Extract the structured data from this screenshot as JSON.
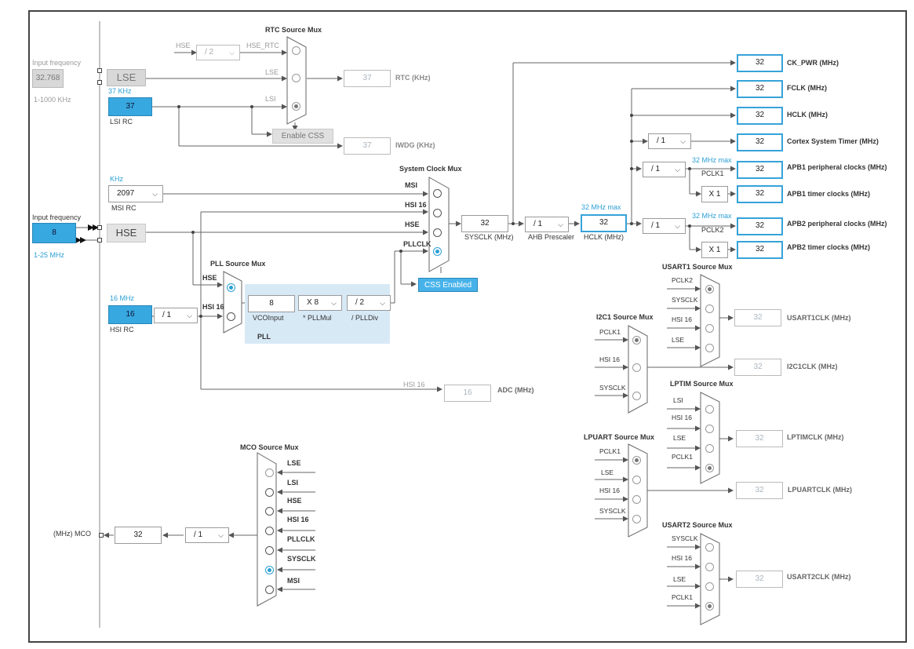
{
  "colors": {
    "accent": "#36a3d9",
    "fill": "#37a8e0",
    "line": "#555555",
    "disabled": "#aab4be"
  },
  "left": {
    "lse_freq_label": "Input frequency",
    "lse_freq_value": "32.768",
    "lse_range": "1-1000 KHz",
    "lse_box": "LSE",
    "lsi_freq": "37 KHz",
    "lsi_value": "37",
    "lsi_label": "LSI RC",
    "msi_unit": "KHz",
    "msi_value": "2097",
    "msi_label": "MSI RC",
    "hse_freq_label": "Input frequency",
    "hse_value": "8",
    "hse_range": "1-25 MHz",
    "hse_box": "HSE",
    "hsi_freq": "16 MHz",
    "hsi_value": "16",
    "hsi_label": "HSI RC",
    "hsi_div": "/ 1"
  },
  "rtc": {
    "title": "RTC Source Mux",
    "hse_in": "HSE",
    "div": "/ 2",
    "hse_rtc": "HSE_RTC",
    "lse_in": "LSE",
    "lsi_in": "LSI",
    "rtc_value": "37",
    "rtc_label": "RTC (KHz)",
    "enable_css": "Enable CSS",
    "iwdg_value": "37",
    "iwdg_label": "IWDG (KHz)"
  },
  "sysmux": {
    "title": "System Clock Mux",
    "in_msi": "MSI",
    "in_hsi": "HSI 16",
    "in_hse": "HSE",
    "in_pll": "PLLCLK",
    "sysclk_value": "32",
    "sysclk_label": "SYSCLK (MHz)",
    "css_enabled": "CSS Enabled"
  },
  "ahb": {
    "div": "/ 1",
    "label": "AHB Prescaler",
    "hclk_max": "32 MHz max",
    "hclk_value": "32",
    "hclk_label": "HCLK (MHz)"
  },
  "pll": {
    "title": "PLL Source Mux",
    "in_hse": "HSE",
    "in_hsi": "HSI 16",
    "vco_value": "8",
    "vco_label": "VCOInput",
    "mul": "X 8",
    "mul_label": "* PLLMul",
    "div": "/ 2",
    "div_label": "/ PLLDiv",
    "pll_label": "PLL"
  },
  "adc": {
    "hsi": "HSI 16",
    "value": "16",
    "label": "ADC (MHz)"
  },
  "outputs": {
    "ck_pwr": "32",
    "ck_pwr_label": "CK_PWR (MHz)",
    "fclk": "32",
    "fclk_label": "FCLK (MHz)",
    "hclk": "32",
    "hclk_label": "HCLK (MHz)",
    "cortex_div": "/ 1",
    "cortex": "32",
    "cortex_label": "Cortex System Timer (MHz)",
    "apb1_div": "/ 1",
    "apb1_max": "32 MHz max",
    "pclk1": "PCLK1",
    "apb1": "32",
    "apb1_label": "APB1 peripheral clocks (MHz)",
    "apb1_x": "X 1",
    "apb1_timer": "32",
    "apb1_timer_label": "APB1 timer clocks (MHz)",
    "apb2_div": "/ 1",
    "apb2_max": "32 MHz max",
    "pclk2": "PCLK2",
    "apb2": "32",
    "apb2_label": "APB2 peripheral clocks (MHz)",
    "apb2_x": "X 1",
    "apb2_timer": "32",
    "apb2_timer_label": "APB2 timer clocks (MHz)"
  },
  "usart1": {
    "title": "USART1 Source Mux",
    "in1": "PCLK2",
    "in2": "SYSCLK",
    "in3": "HSI 16",
    "in4": "LSE",
    "value": "32",
    "label": "USART1CLK (MHz)"
  },
  "i2c1": {
    "title": "I2C1 Source Mux",
    "in1": "PCLK1",
    "in2": "HSI 16",
    "in3": "SYSCLK",
    "value": "32",
    "label": "I2C1CLK (MHz)"
  },
  "lptim": {
    "title": "LPTIM Source Mux",
    "in1": "LSI",
    "in2": "HSI 16",
    "in3": "LSE",
    "in4": "PCLK1",
    "value": "32",
    "label": "LPTIMCLK (MHz)"
  },
  "lpuart": {
    "title": "LPUART Source Mux",
    "in1": "PCLK1",
    "in2": "LSE",
    "in3": "HSI 16",
    "in4": "SYSCLK",
    "value": "32",
    "label": "LPUARTCLK (MHz)"
  },
  "usart2": {
    "title": "USART2 Source Mux",
    "in1": "SYSCLK",
    "in2": "HSI 16",
    "in3": "LSE",
    "in4": "PCLK1",
    "value": "32",
    "label": "USART2CLK (MHz)"
  },
  "mco": {
    "title": "MCO Source Mux",
    "in1": "LSE",
    "in2": "LSI",
    "in3": "HSE",
    "in4": "HSI 16",
    "in5": "PLLCLK",
    "in6": "SYSCLK",
    "in7": "MSI",
    "div": "/ 1",
    "value": "32",
    "label": "(MHz) MCO"
  }
}
